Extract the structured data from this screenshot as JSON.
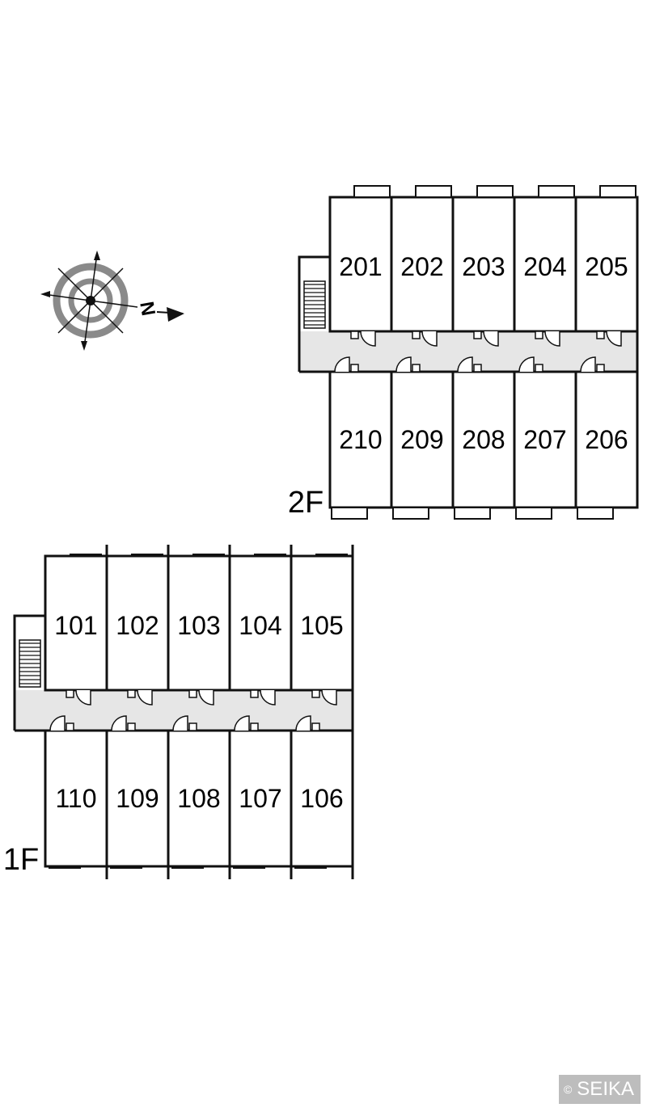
{
  "floors": [
    {
      "label": "2F",
      "top_row": [
        "201",
        "202",
        "203",
        "204",
        "205"
      ],
      "bottom_row": [
        "210",
        "209",
        "208",
        "207",
        "206"
      ]
    },
    {
      "label": "1F",
      "top_row": [
        "101",
        "102",
        "103",
        "104",
        "105"
      ],
      "bottom_row": [
        "110",
        "109",
        "108",
        "107",
        "106"
      ]
    }
  ],
  "compass": {
    "letter": "N",
    "icon": "compass-icon"
  },
  "copyright": {
    "symbol": "©",
    "text": "SEIKA"
  },
  "colors": {
    "line": "#111111",
    "corridor": "#e6e6e6",
    "compass_ring": "#8a8a8a",
    "watermark_bg": "#bdbdbd"
  }
}
